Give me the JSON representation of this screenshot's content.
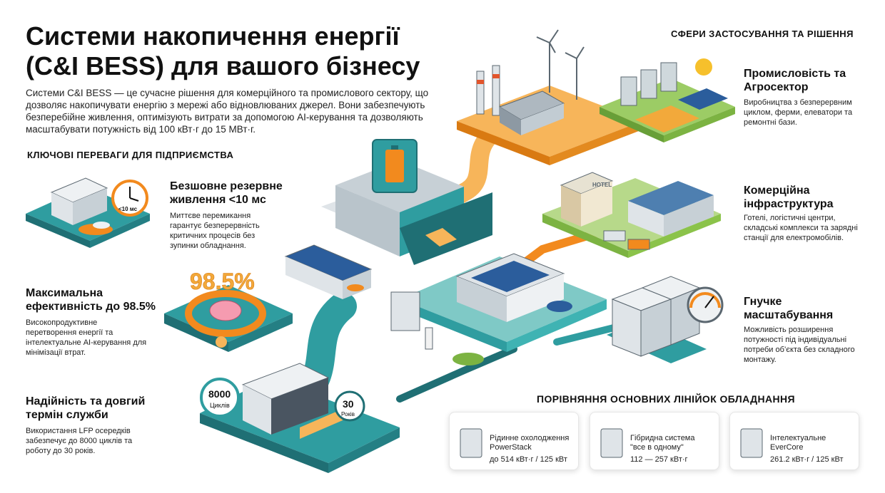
{
  "title_line1": "Системи накопичення енергії",
  "title_line2": "(C&I BESS) для вашого бізнесу",
  "intro": "Системи C&I BESS — це сучасне рішення для комерційного та промислового сектору, що дозволяє накопичувати енергію з мережі або відновлюваних джерел. Вони забезпечують безперебійне живлення, оптимізують витрати за допомогою AI-керування та дозволяють масштабувати потужність від 100 кВт·г до 15 МВт·г.",
  "benefits_heading": "КЛЮЧОВІ ПЕРЕВАГИ ДЛЯ ПІДПРИЄМСТВА",
  "benefits": [
    {
      "title": "Безшовне резервне живлення <10 мс",
      "desc": "Миттєве перемикання гарантує безперервність критичних процесів без зупинки обладнання."
    },
    {
      "title": "Максимальна ефективність до 98.5%",
      "desc": "Високопродуктивне перетворення енергії та інтелектуальне AI-керування для мінімізації втрат."
    },
    {
      "title": "Надійність та довгий термін служби",
      "desc": "Використання LFP осередків забезпечує до 8000 циклів та роботу до 30 років."
    }
  ],
  "illustration": {
    "clock_label": "<10 мс",
    "efficiency_value": "98.5%",
    "cycles_value": "8000",
    "cycles_unit": "Циклів",
    "years_value": "30",
    "years_unit": "Років",
    "hotel_sign": "HOTEL"
  },
  "applications_heading": "СФЕРИ ЗАСТОСУВАННЯ ТА РІШЕННЯ",
  "applications": [
    {
      "title": "Промисловість та Агросектор",
      "desc": "Виробництва з безперервним циклом, ферми, елеватори та ремонтні бази."
    },
    {
      "title": "Комерційна інфраструктура",
      "desc": "Готелі, логістичні центри, складські комплекси та зарядні станції для електромобілів."
    },
    {
      "title": "Гнучке масштабування",
      "desc": "Можливість розширення потужності під індивідуальні потреби об’єкта без складного монтажу."
    }
  ],
  "comparison_heading": "ПОРІВНЯННЯ ОСНОВНИХ ЛІНІЙОК ОБЛАДНАННЯ",
  "products": [
    {
      "name": "Рідинне охолодження PowerStack",
      "spec": "до 514 кВт·г / 125 кВт"
    },
    {
      "name": "Гібридна система \"все в одному\"",
      "spec": "112 — 257 кВт·г"
    },
    {
      "name": "Інтелектуальне EverCore",
      "spec": "261.2 кВт·г / 125 кВт"
    }
  ],
  "colors": {
    "teal_dark": "#1f6f74",
    "teal": "#2f9da0",
    "teal_light": "#7fc9c6",
    "orange": "#f28a1e",
    "orange_light": "#f7b55a",
    "green": "#7cb342",
    "gray_building": "#dfe4e8",
    "slate": "#5b6770"
  }
}
